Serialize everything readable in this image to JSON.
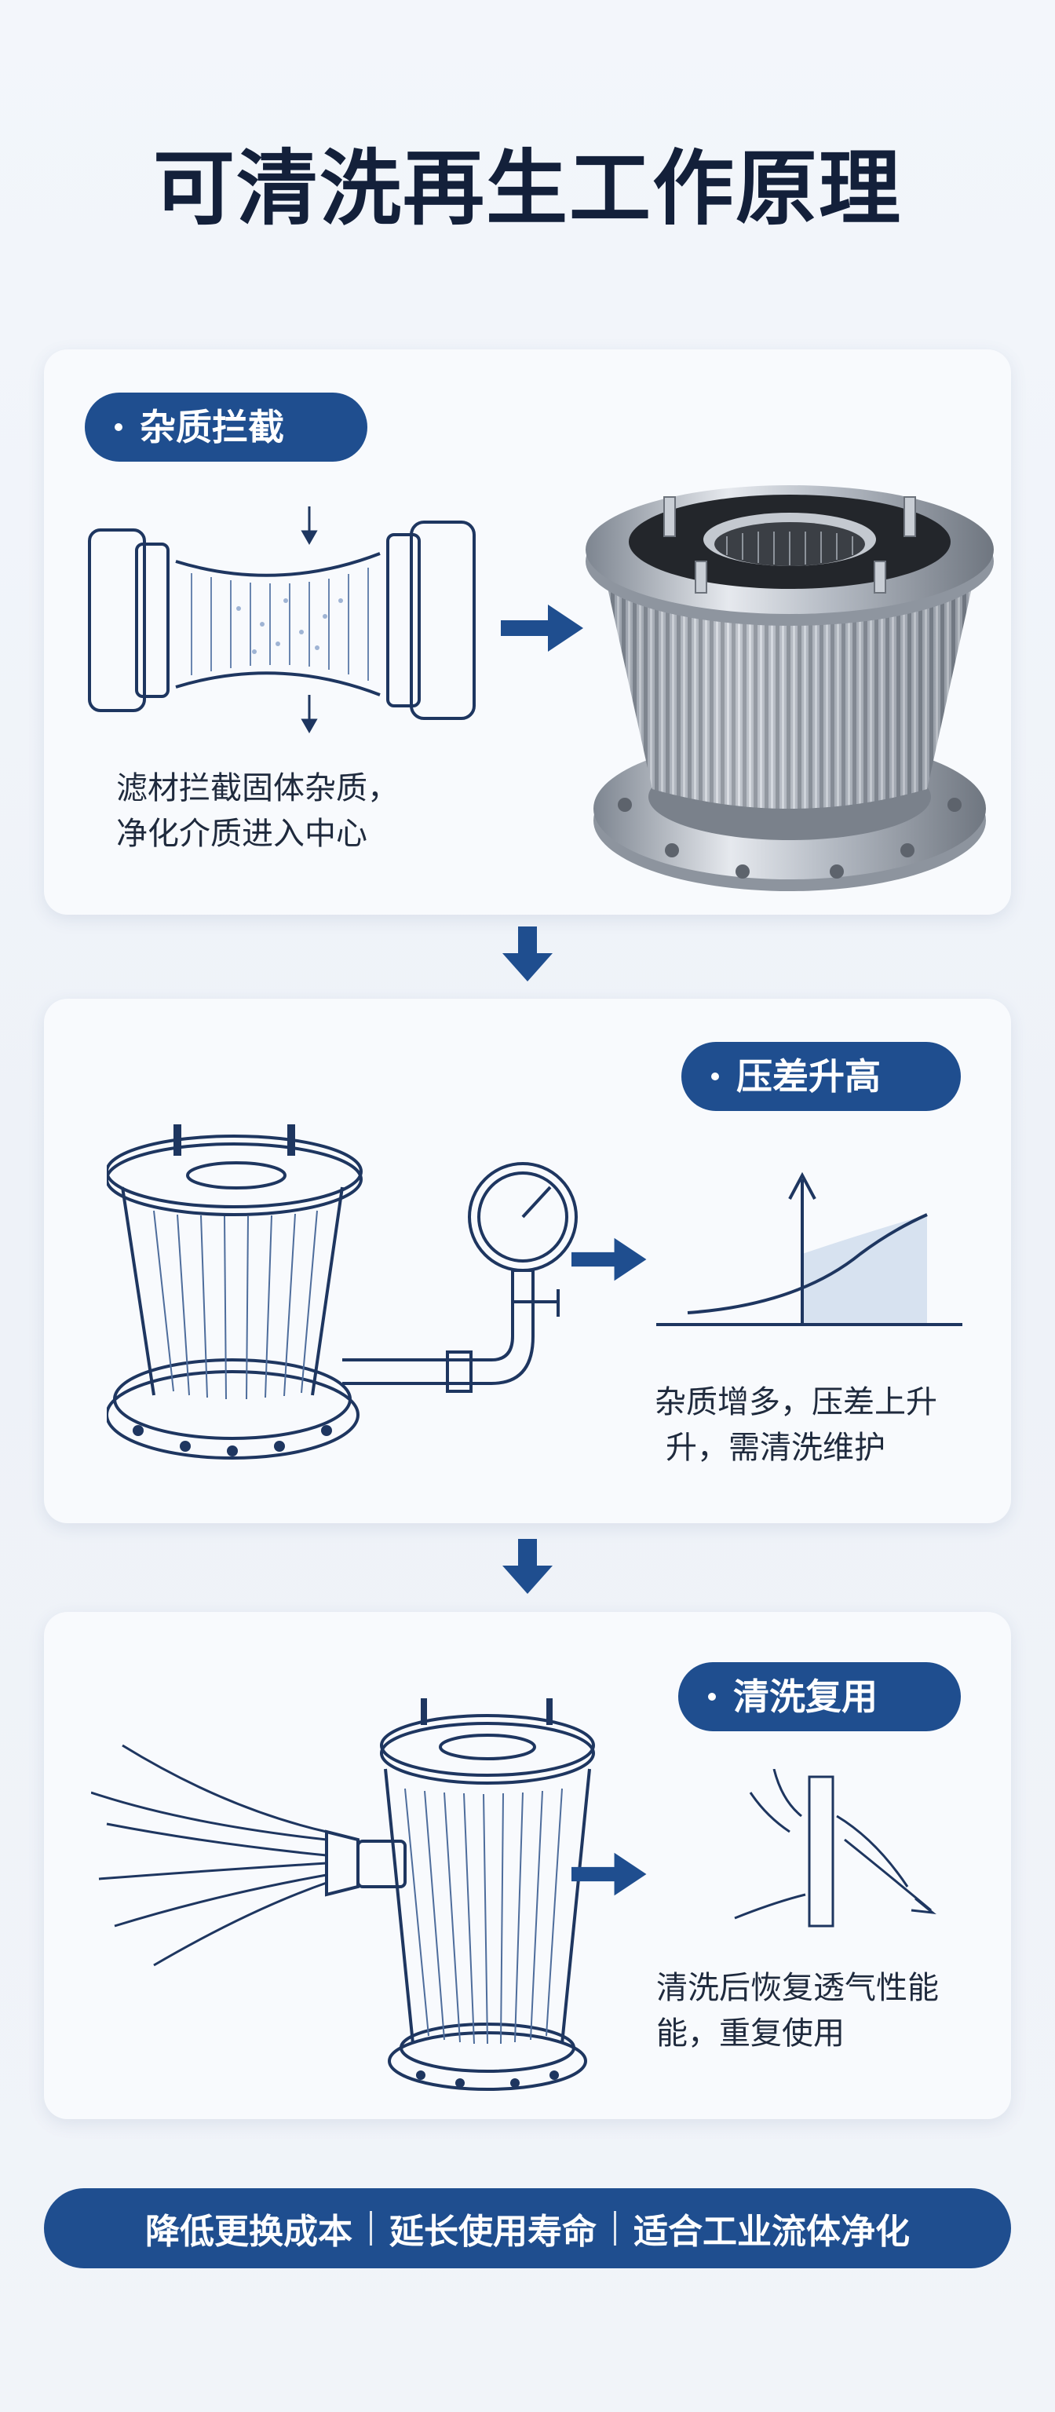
{
  "title": "可清洗再生工作原理",
  "steps": [
    {
      "label": "杂质拦截",
      "desc_lines": [
        "滤材拦截固体杂质，",
        "净化介质进入中心"
      ]
    },
    {
      "label": "压差升高",
      "desc_lines": [
        "杂质增多，压差上升",
        "升，需清洗维护"
      ]
    },
    {
      "label": "清洗复用",
      "desc_lines": [
        "清洗后恢复透气性能",
        "能，重复使用"
      ]
    }
  ],
  "benefits": [
    "降低更换成本",
    "延长使用寿命",
    "适合工业流体净化"
  ],
  "colors": {
    "accent": "#1f4e8f",
    "title": "#13203a",
    "card": "#f8fafd"
  },
  "icons": [
    "filter-element-icon",
    "pressure-gauge-icon",
    "pressure-curve-icon",
    "water-jet-icon",
    "arrow-right-icon",
    "arrow-down-icon"
  ]
}
